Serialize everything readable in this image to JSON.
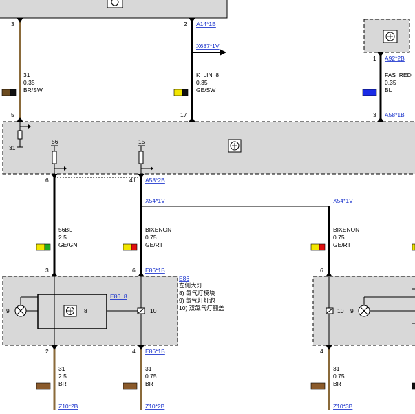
{
  "wires": {
    "w31_top": {
      "line1": "31",
      "line2": "0.35",
      "line3": "BR/SW",
      "color_main": "#6b4a1e",
      "color_stripe": "#111111"
    },
    "klin": {
      "line1": "K_LIN_8",
      "line2": "0.35",
      "line3": "GE/SW",
      "color_main": "#f2e600",
      "color_stripe": "#111111"
    },
    "fas": {
      "line1": "FAS_RED",
      "line2": "0.35",
      "line3": "BL",
      "color_main": "#1a2be6"
    },
    "w56bl": {
      "line1": "56BL",
      "line2": "2.5",
      "line3": "GE/GN",
      "color_main": "#f2e600",
      "color_stripe": "#22aa22"
    },
    "bix_left": {
      "line1": "BIXENON",
      "line2": "0.75",
      "line3": "GE/RT",
      "color_main": "#f2e600",
      "color_stripe": "#e01010"
    },
    "bix_right": {
      "line1": "BIXENON",
      "line2": "0.75",
      "line3": "GE/RT",
      "color_main": "#f2e600",
      "color_stripe": "#e01010"
    },
    "gnd1": {
      "line1": "31",
      "line2": "2.5",
      "line3": "BR",
      "color_main": "#8a5a2b"
    },
    "gnd2": {
      "line1": "31",
      "line2": "0.75",
      "line3": "BR",
      "color_main": "#8a5a2b"
    },
    "gnd3": {
      "line1": "31",
      "line2": "0.75",
      "line3": "BR",
      "color_main": "#8a5a2b"
    }
  },
  "pins": {
    "p3_top": "3",
    "p2_top": "2",
    "p1_right": "1",
    "p3_right": "3",
    "p5": "5",
    "p17": "17",
    "p6_a": "6",
    "p41": "41",
    "p3_e86": "3",
    "p6_e86": "6",
    "p6_right": "6",
    "p2_bot": "2",
    "p4_bot": "4",
    "p4_right": "4",
    "p9": "9",
    "p8": "8",
    "p10": "10",
    "p10_right": "10",
    "p9_right": "9"
  },
  "links": {
    "a14": "A14*1B",
    "x687": "X687*1V",
    "a92": "A92*2B",
    "a58_1b": "A58*1B",
    "a58_2b": "A58*2B",
    "x54_left": "X54*1V",
    "x54_right": "X54*1V",
    "e86_1b_top": "E86*1B",
    "e86_8": "E86_8",
    "e86": "E86",
    "e86_1b_bot": "E86*1B",
    "z10_2b_a": "Z10*2B",
    "z10_2b_b": "Z10*2B",
    "z10_3b": "Z10*3B"
  },
  "module_labels": {
    "l31": "31",
    "l56": "56",
    "l15": "15"
  },
  "e86_legend": {
    "title": "左侧大灯",
    "item8": "8)   氙气灯模块",
    "item9": "9)   氙气灯灯泡",
    "item10": "10)  双氙气灯翻盖"
  },
  "colors": {
    "module_fill": "#d8d8d8",
    "wire_brown": "#8a6a3a",
    "wire_black": "#000000",
    "link_blue": "#1a33cc"
  }
}
